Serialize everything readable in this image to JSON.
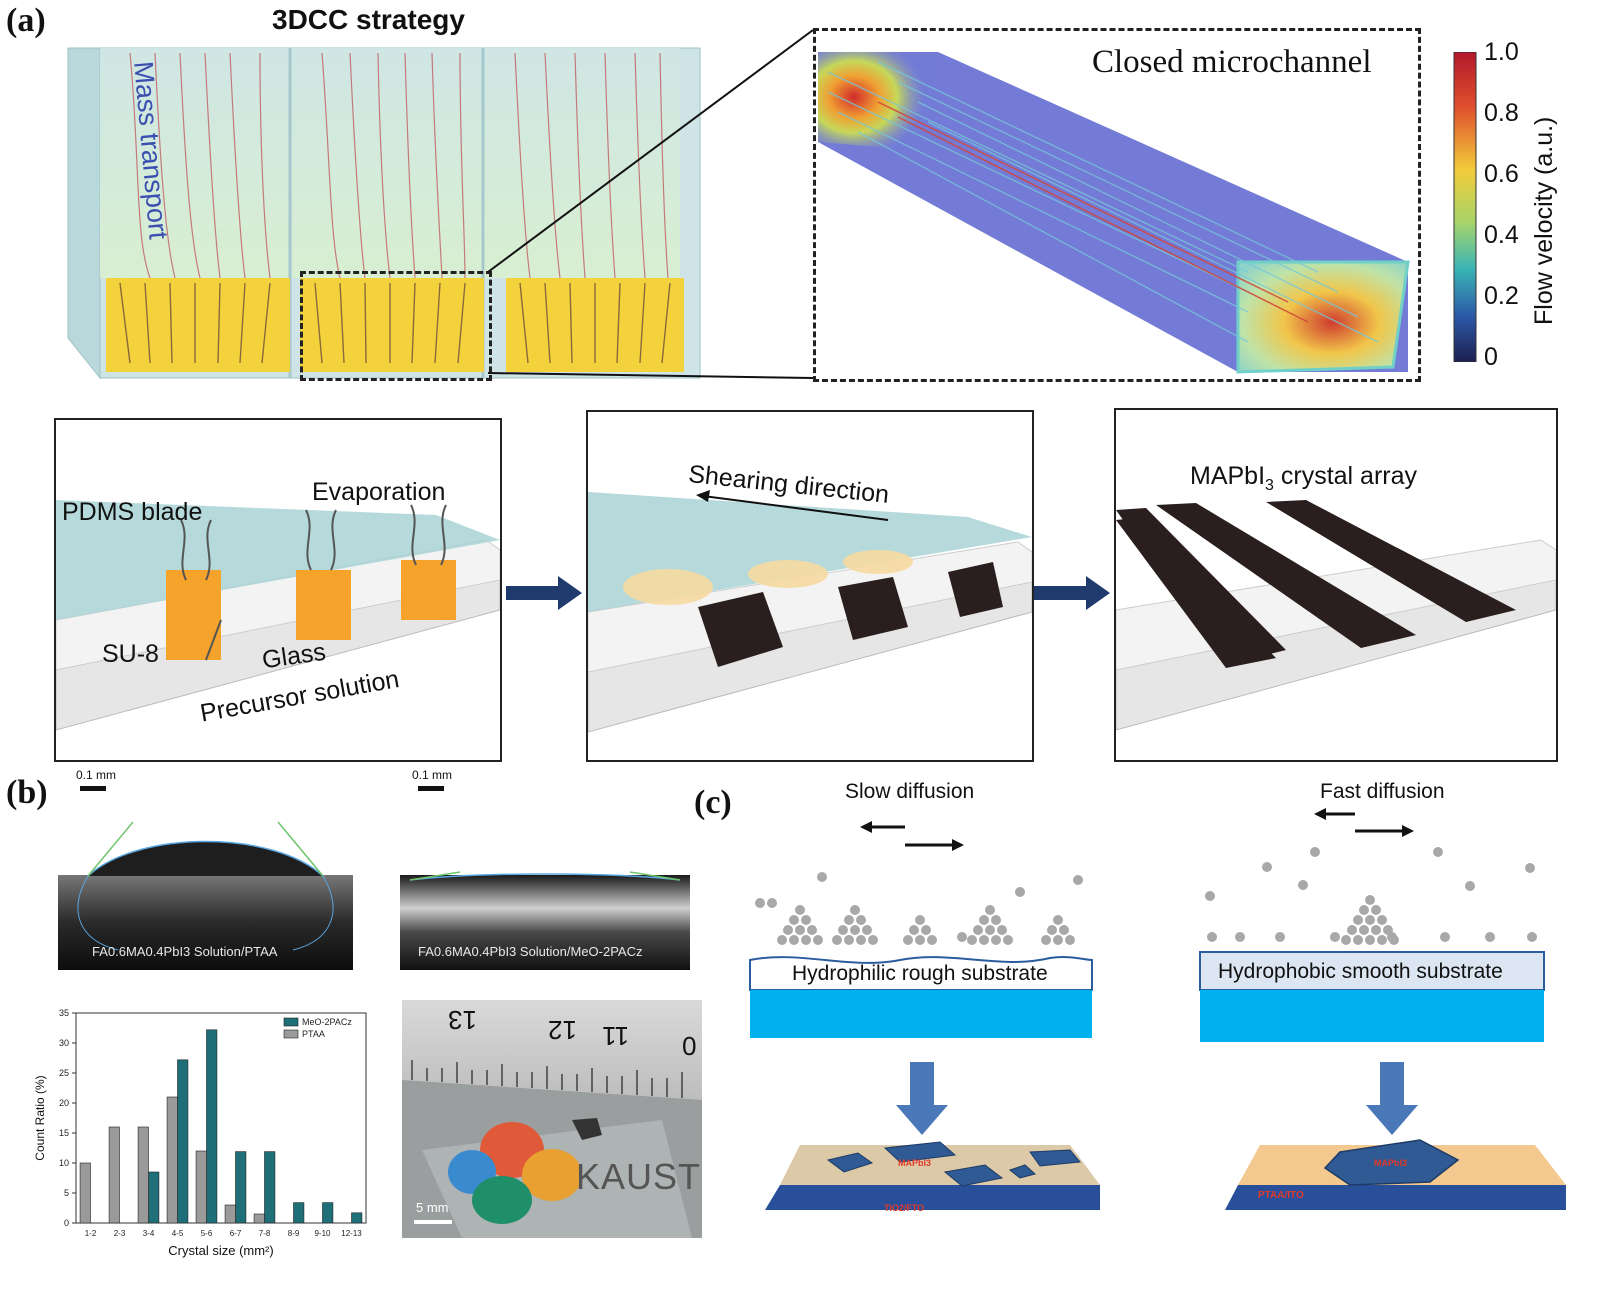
{
  "panel_labels": {
    "a": "(a)",
    "b": "(b)",
    "c": "(c)"
  },
  "panel_a": {
    "title": "3DCC strategy",
    "mass_transport": "Mass transport",
    "closed_microchannel": "Closed microchannel",
    "colorbar": {
      "label": "Flow velocity (a.u.)",
      "ticks": [
        "1.0",
        "0.8",
        "0.6",
        "0.4",
        "0.2",
        "0"
      ]
    },
    "step1": {
      "pdms_blade": "PDMS blade",
      "evaporation": "Evaporation",
      "su8": "SU-8",
      "glass": "Glass",
      "precursor": "Precursor solution"
    },
    "step2": {
      "shearing": "Shearing direction"
    },
    "step3": {
      "crystal_array_pre": "MAPbI",
      "crystal_array_sub": "3",
      "crystal_array_post": " crystal array"
    }
  },
  "panel_b": {
    "scale_left": "0.1 mm",
    "scale_right": "0.1 mm",
    "photo_left_caption": "FA0.6MA0.4PbI3 Solution/PTAA",
    "photo_right_caption": "FA0.6MA0.4PbI3 Solution/MeO-2PACz",
    "ruler_numbers": [
      "13",
      "12",
      "11",
      "0"
    ],
    "kaust_text": "KAUST",
    "scale_photo": "5 mm"
  },
  "chart_data": {
    "type": "bar",
    "xlabel": "Crystal size (mm²)",
    "ylabel": "Count Ratio (%)",
    "ylim": [
      0,
      35
    ],
    "yticks": [
      "0",
      "5",
      "10",
      "15",
      "20",
      "25",
      "30",
      "35"
    ],
    "categories": [
      "1-2",
      "2-3",
      "3-4",
      "4-5",
      "5-6",
      "6-7",
      "7-8",
      "8-9",
      "9-10",
      "12-13"
    ],
    "series": [
      {
        "name": "MeO-2PACz",
        "color": "#1f6f78",
        "values": [
          0,
          0,
          8.5,
          27.2,
          32.2,
          11.9,
          11.9,
          3.4,
          3.4,
          1.7
        ]
      },
      {
        "name": "PTAA",
        "color": "#9a9a9a",
        "values": [
          10,
          16,
          16,
          21,
          12,
          3,
          1.5,
          0,
          0,
          0
        ]
      }
    ],
    "legend_position": "top-right"
  },
  "panel_c": {
    "slow_diffusion": "Slow diffusion",
    "fast_diffusion": "Fast diffusion",
    "hydrophilic": "Hydrophilic rough substrate",
    "hydrophobic": "Hydrophobic smooth substrate",
    "left_crystal": "MAPbI3",
    "left_substrate": "TiO2/FTO",
    "right_substrate": "PTAA/ITO",
    "right_crystal": "MAPbI3"
  }
}
